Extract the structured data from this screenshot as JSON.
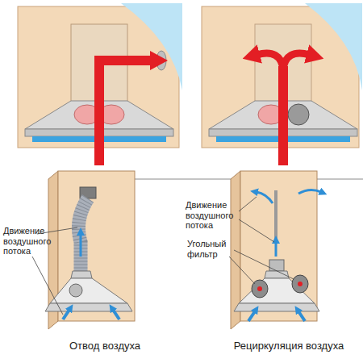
{
  "diagram": {
    "labels": [
      "Движение воздушного потока",
      "Движение воздушного потока",
      "Угольный фильтр",
      "Отвод воздуха",
      "Рециркуляция воздуха"
    ]
  }
}
